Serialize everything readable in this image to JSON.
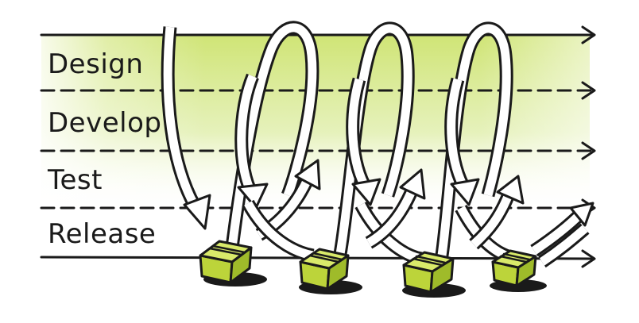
{
  "phases": {
    "design": "Design",
    "develop": "Develop",
    "test": "Test",
    "release": "Release"
  },
  "colors": {
    "band_top": "#d7e98a",
    "band_bottom": "#ffffff",
    "box_green": "#c5dc45",
    "ink": "#1a1a1a"
  },
  "icons": {
    "lane_arrow": "arrow-right-icon",
    "iteration_arrow": "loop-arrow-icon",
    "release_package": "package-box-icon"
  }
}
